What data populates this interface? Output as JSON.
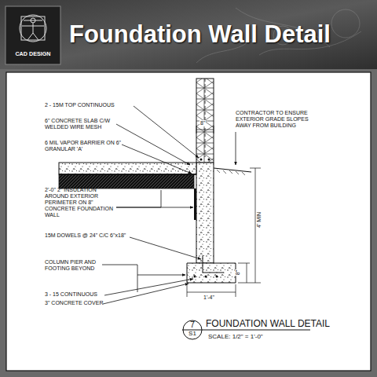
{
  "diagram": {
    "title": "Foundation Wall Detail",
    "caption": "FOUNDATION WALL DETAIL",
    "nodes": [
      {
        "text": [
          "CAD DESIGN"
        ]
      },
      {
        "text": [
          "7",
          "S1"
        ]
      }
    ],
    "labels": [
      "2 - 15M TOP CONTINUOUS",
      "6\" CONCRETE SLAB C/W WELDED WIRE MESH",
      "6 MIL VAPOR BARRIER ON 6\" GRANULAR 'A'",
      "2'-0\" 2\" INSULATION AROUND EXTERIOR PERIMETER ON 8\" CONCRETE FOUNDATION WALL",
      "15M DOWELS @ 24\" C/C 6\"x18\"",
      "COLUMN PIER AND FOOTING BEYOND",
      "3 - 15 CONTINUOUS",
      "3\" CONCRETE COVER",
      "CONTRACTOR TO ENSURE EXTERIOR GRADE SLOPES AWAY FROM BUILDING",
      "8\"",
      "4' MIN",
      "8\"",
      "1'-4\"",
      "SCALE: 1/2\" = 1'-0\""
    ]
  }
}
